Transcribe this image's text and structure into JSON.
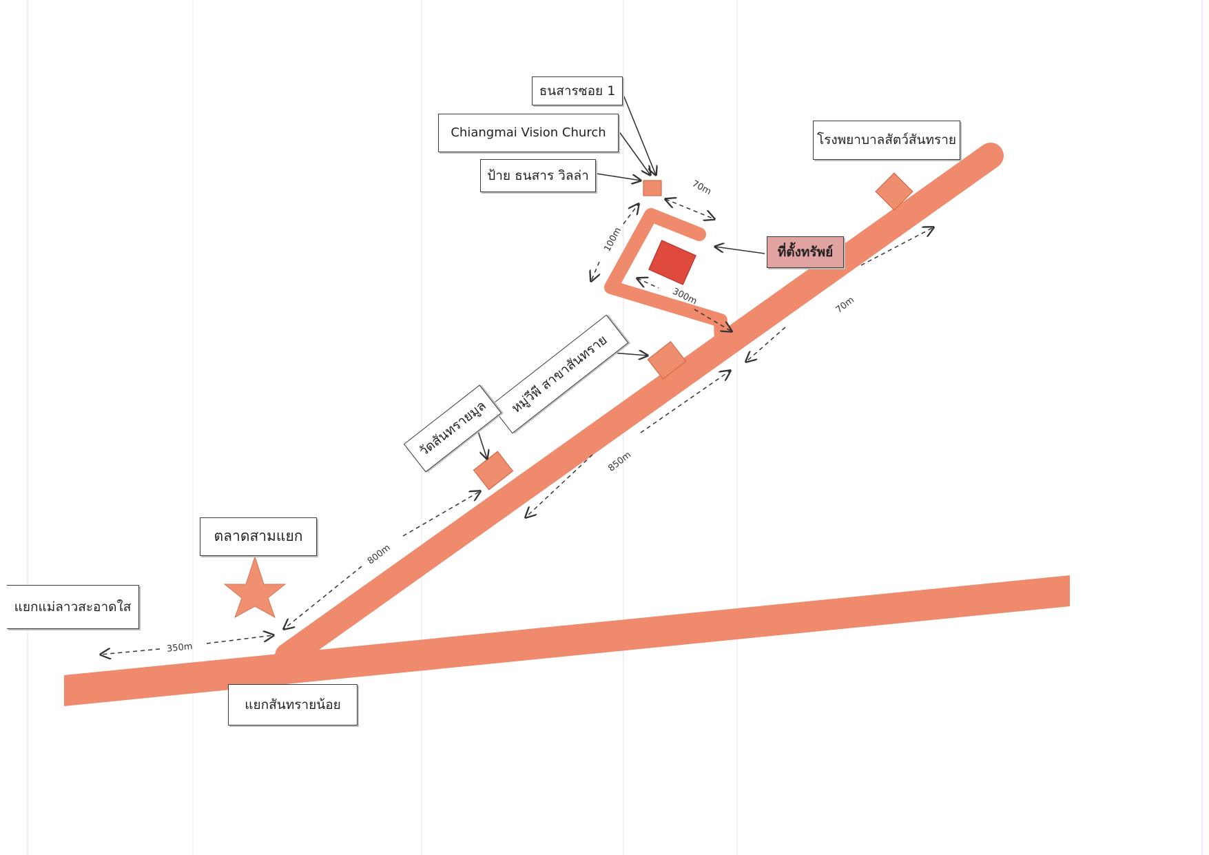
{
  "colors": {
    "road": "#ef8a6c",
    "building": "#ef8e6e",
    "building_stroke": "#d06a4a",
    "property": "#e04a3c",
    "property_stroke": "#b83a30",
    "property_label_bg": "#e0a3a0",
    "star": "#f09070",
    "arrow": "#333333"
  },
  "labels": {
    "thanasarn_soi1": "ธนสารซอย 1",
    "church": "Chiangmai Vision Church",
    "thanasarn_villa_sign": "ป้าย ธนสาร วิลล่า",
    "vet_hospital": "โรงพยาบาลสัตว์สันทราย",
    "property_location": "ที่ตั้งทรัพย์",
    "village_branch": "หมู่วีพี สาขาสันทราย",
    "wat_santsai_mun": "วัดสันทรายมูล",
    "market_3_way": "ตลาดสามแยก",
    "mae_lao_junction": "แยกแม่ลาวสะอาดใส",
    "sansai_noi_junction": "แยกสันทรายน้อย"
  },
  "distances": {
    "d_350": "350m",
    "d_800": "800m",
    "d_850": "850m",
    "d_70_top": "70m",
    "d_100": "100m",
    "d_300": "300m",
    "d_70_right": "70m"
  },
  "icons": {
    "market": "star-icon"
  }
}
